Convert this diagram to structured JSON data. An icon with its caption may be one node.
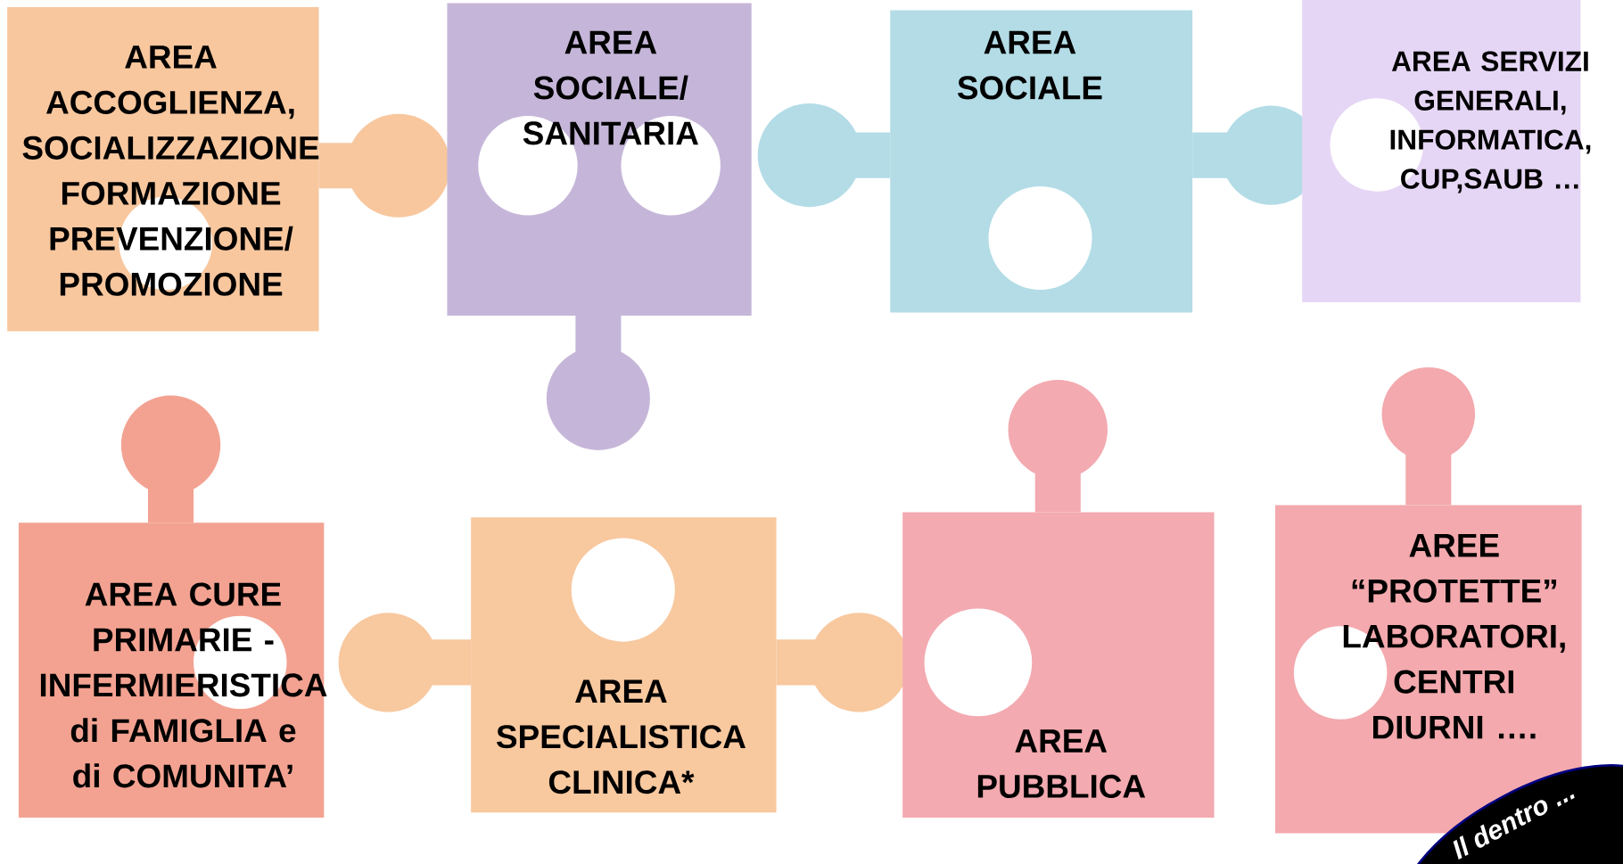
{
  "diagram": {
    "nodes": [
      {
        "text": [
          "AREA ACCOGLIENZA, SOCIALIZZAZIONE FORMAZIONE PREVENZIONE/ PROMOZIONE"
        ]
      },
      {
        "text": [
          "AREA SOCIALE/ SANITARIA"
        ]
      },
      {
        "text": [
          "AREA SOCIALE"
        ]
      },
      {
        "text": [
          "AREA SERVIZI GENERALI, INFORMATICA, CUP,SAUB …"
        ]
      },
      {
        "text": [
          "AREA CURE PRIMARIE - INFERMIERISTICA di FAMIGLIA e di COMUNITA’"
        ]
      },
      {
        "text": [
          "AREA SPECIALISTICA CLINICA*"
        ]
      },
      {
        "text": [
          "AREA PUBBLICA"
        ]
      },
      {
        "text": [
          "AREE “PROTETTE” LABORATORI, CENTRI DIURNI …."
        ]
      },
      {
        "text": [
          "Il dentro ..."
        ]
      }
    ]
  }
}
